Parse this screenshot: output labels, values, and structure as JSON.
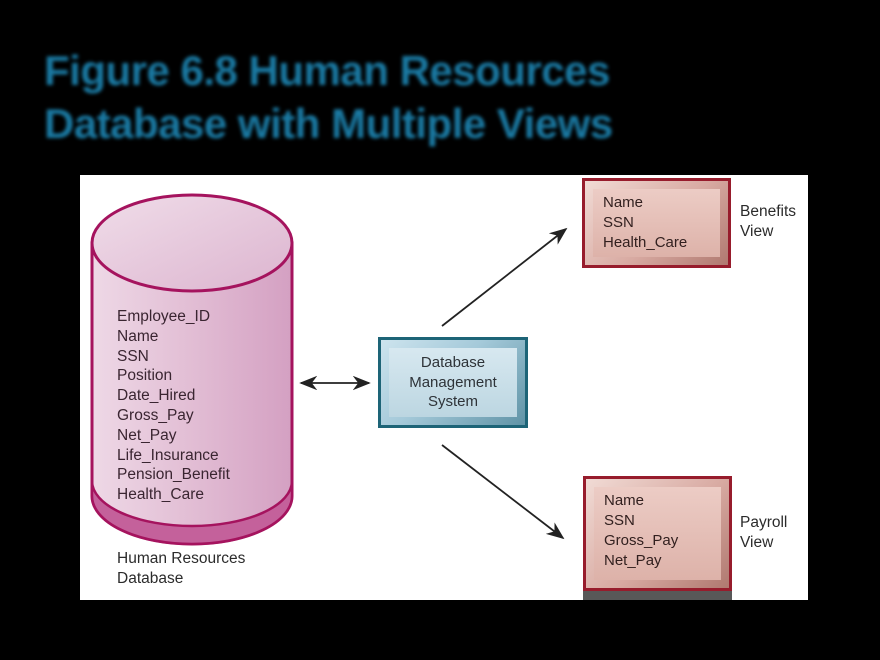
{
  "title": {
    "line1": "Figure 6.8 Human Resources",
    "line2": "Database with Multiple Views"
  },
  "database": {
    "fields": [
      "Employee_ID",
      "Name",
      "SSN",
      "Position",
      "Date_Hired",
      "Gross_Pay",
      "Net_Pay",
      "Life_Insurance",
      "Pension_Benefit",
      "Health_Care"
    ],
    "label": "Human Resources Database"
  },
  "dbms": {
    "label": "Database Management System"
  },
  "views": [
    {
      "fields": [
        "Name",
        "SSN",
        "Health_Care"
      ],
      "label": "Benefits View"
    },
    {
      "fields": [
        "Name",
        "SSN",
        "Gross_Pay",
        "Net_Pay"
      ],
      "label": "Payroll View"
    }
  ],
  "colors": {
    "title_text": "#1a79a2",
    "background": "#000000",
    "panel": "#ffffff",
    "cylinder_border": "#a5135e",
    "cylinder_fill_light": "#eed8e6",
    "cylinder_fill_dark": "#d4a0c2",
    "dbms_border": "#1d6477",
    "dbms_fill": "#bcd6e1",
    "view_border": "#971c2c",
    "view_fill": "#ddb2a9",
    "arrow": "#222222"
  }
}
